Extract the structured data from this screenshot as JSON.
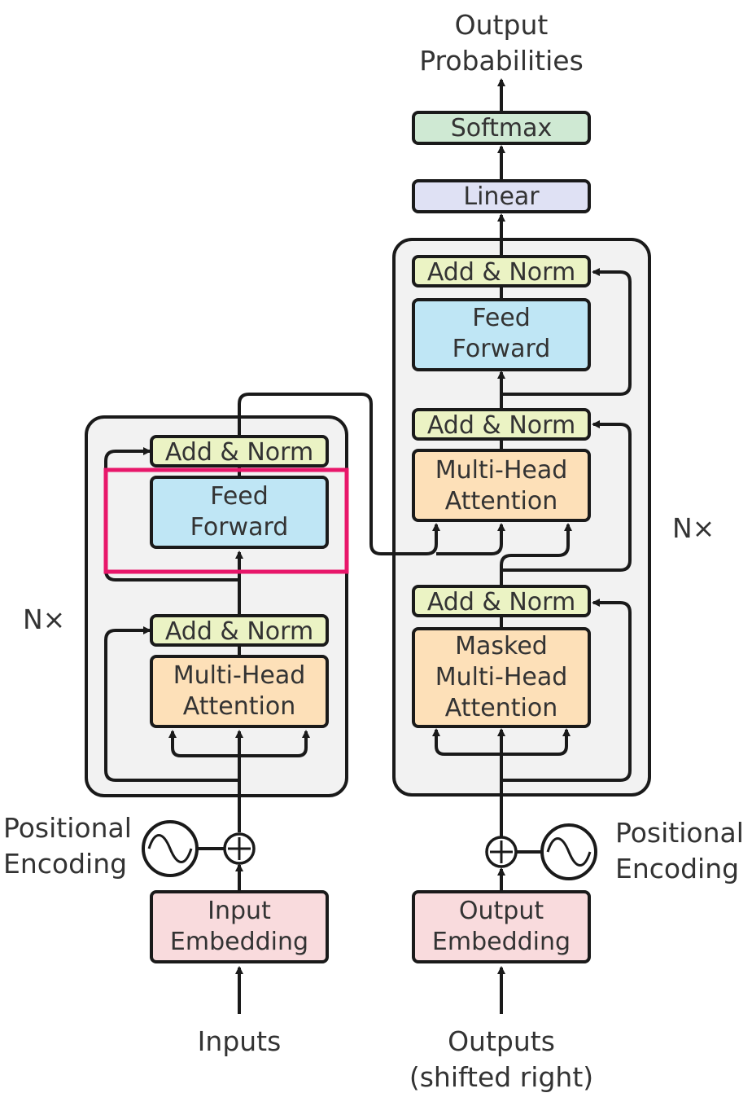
{
  "colors": {
    "add_norm": "#ebf3c4",
    "feed_forward": "#bfe6f5",
    "attention": "#fde0b8",
    "embedding": "#f9dbdd",
    "linear": "#dfe1f4",
    "softmax": "#cfe9d3",
    "stack_background": "#f2f2f2",
    "highlight": "#e8176a"
  },
  "encoder": {
    "repeat_label": "N×",
    "add_norm_top": "Add & Norm",
    "feed_forward_line1": "Feed",
    "feed_forward_line2": "Forward",
    "add_norm_bottom": "Add & Norm",
    "attention_line1": "Multi-Head",
    "attention_line2": "Attention",
    "positional_line1": "Positional",
    "positional_line2": "Encoding",
    "embedding_line1": "Input",
    "embedding_line2": "Embedding",
    "input_label": "Inputs",
    "highlighted_block": "Feed Forward"
  },
  "decoder": {
    "repeat_label": "N×",
    "add_norm_top": "Add & Norm",
    "feed_forward_line1": "Feed",
    "feed_forward_line2": "Forward",
    "add_norm_middle": "Add & Norm",
    "cross_attention_line1": "Multi-Head",
    "cross_attention_line2": "Attention",
    "add_norm_bottom": "Add & Norm",
    "masked_attention_line1": "Masked",
    "masked_attention_line2": "Multi-Head",
    "masked_attention_line3": "Attention",
    "positional_line1": "Positional",
    "positional_line2": "Encoding",
    "embedding_line1": "Output",
    "embedding_line2": "Embedding",
    "output_label_line1": "Outputs",
    "output_label_line2": "(shifted right)"
  },
  "head": {
    "linear": "Linear",
    "softmax": "Softmax",
    "probabilities_line1": "Output",
    "probabilities_line2": "Probabilities"
  },
  "icons": {
    "positional_encoding": "sine-wave-icon",
    "addition": "plus-circle-icon"
  }
}
